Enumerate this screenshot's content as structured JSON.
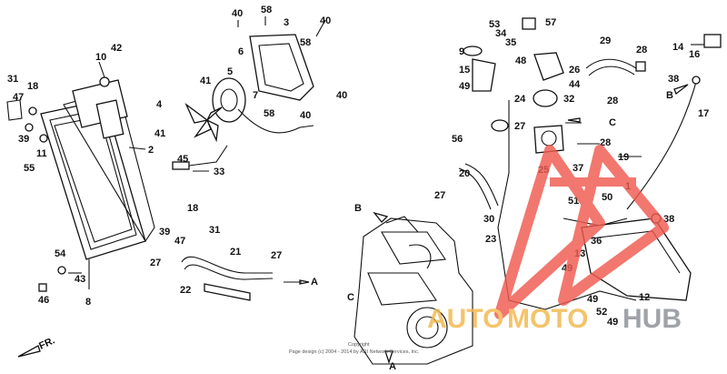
{
  "diagram": {
    "callouts": [
      {
        "id": "c40a",
        "text": "40"
      },
      {
        "id": "c58a",
        "text": "58"
      },
      {
        "id": "c3",
        "text": "3"
      },
      {
        "id": "c40b",
        "text": "40"
      },
      {
        "id": "c53",
        "text": "53"
      },
      {
        "id": "c57",
        "text": "57"
      },
      {
        "id": "c34",
        "text": "34"
      },
      {
        "id": "c6",
        "text": "6"
      },
      {
        "id": "c58b",
        "text": "58"
      },
      {
        "id": "c42",
        "text": "42"
      },
      {
        "id": "c10",
        "text": "10"
      },
      {
        "id": "c35",
        "text": "35"
      },
      {
        "id": "c29",
        "text": "29"
      },
      {
        "id": "c9",
        "text": "9"
      },
      {
        "id": "c48",
        "text": "48"
      },
      {
        "id": "c28a",
        "text": "28"
      },
      {
        "id": "c14",
        "text": "14"
      },
      {
        "id": "c16",
        "text": "16"
      },
      {
        "id": "c31a",
        "text": "31"
      },
      {
        "id": "c18a",
        "text": "18"
      },
      {
        "id": "c47a",
        "text": "47"
      },
      {
        "id": "c41a",
        "text": "41"
      },
      {
        "id": "c5",
        "text": "5"
      },
      {
        "id": "c7",
        "text": "7"
      },
      {
        "id": "c15",
        "text": "15"
      },
      {
        "id": "c26",
        "text": "26"
      },
      {
        "id": "c49a",
        "text": "49"
      },
      {
        "id": "c44",
        "text": "44"
      },
      {
        "id": "c38a",
        "text": "38"
      },
      {
        "id": "c4",
        "text": "4"
      },
      {
        "id": "c40c",
        "text": "40"
      },
      {
        "id": "c24",
        "text": "24"
      },
      {
        "id": "c32",
        "text": "32"
      },
      {
        "id": "c28b",
        "text": "28"
      },
      {
        "id": "c39a",
        "text": "39"
      },
      {
        "id": "c41b",
        "text": "41"
      },
      {
        "id": "c58c",
        "text": "58"
      },
      {
        "id": "c40d",
        "text": "40"
      },
      {
        "id": "c17",
        "text": "17"
      },
      {
        "id": "c27a",
        "text": "27"
      },
      {
        "id": "c11",
        "text": "11"
      },
      {
        "id": "c2",
        "text": "2"
      },
      {
        "id": "c56",
        "text": "56"
      },
      {
        "id": "c55",
        "text": "55"
      },
      {
        "id": "c45",
        "text": "45"
      },
      {
        "id": "c33",
        "text": "33"
      },
      {
        "id": "c28c",
        "text": "28"
      },
      {
        "id": "c19",
        "text": "19"
      },
      {
        "id": "c25",
        "text": "25"
      },
      {
        "id": "c37",
        "text": "37"
      },
      {
        "id": "c20",
        "text": "20"
      },
      {
        "id": "c1",
        "text": "1"
      },
      {
        "id": "c27b",
        "text": "27"
      },
      {
        "id": "c18b",
        "text": "18"
      },
      {
        "id": "c51",
        "text": "51"
      },
      {
        "id": "c50",
        "text": "50"
      },
      {
        "id": "c30",
        "text": "30"
      },
      {
        "id": "c38b",
        "text": "38"
      },
      {
        "id": "c39b",
        "text": "39"
      },
      {
        "id": "c31b",
        "text": "31"
      },
      {
        "id": "c47b",
        "text": "47"
      },
      {
        "id": "c23",
        "text": "23"
      },
      {
        "id": "c36",
        "text": "36"
      },
      {
        "id": "c54",
        "text": "54"
      },
      {
        "id": "c21",
        "text": "21"
      },
      {
        "id": "c27c",
        "text": "27"
      },
      {
        "id": "c27d",
        "text": "27"
      },
      {
        "id": "c13",
        "text": "13"
      },
      {
        "id": "c43",
        "text": "43"
      },
      {
        "id": "c49b",
        "text": "49"
      },
      {
        "id": "c22",
        "text": "22"
      },
      {
        "id": "c49c",
        "text": "49"
      },
      {
        "id": "c12",
        "text": "12"
      },
      {
        "id": "c46",
        "text": "46"
      },
      {
        "id": "c8",
        "text": "8"
      },
      {
        "id": "c52",
        "text": "52"
      },
      {
        "id": "c49d",
        "text": "49"
      }
    ],
    "refs": {
      "b_top": "B",
      "c_right": "C",
      "a_right": "A",
      "b_left": "B",
      "c_left": "C",
      "a_bottom": "A"
    },
    "front_marker": "FR.",
    "copyright": "Copyright",
    "copyright_line": "Page design (c) 2004 - 2014 by ARI Network Services, Inc.",
    "watermark": {
      "part1": "AUTO",
      "part2": "MOTO",
      "part3": "HUB",
      "color_red": "#f05a50",
      "color_orange": "#f2b84b",
      "color_grey": "#8a8f96"
    }
  }
}
